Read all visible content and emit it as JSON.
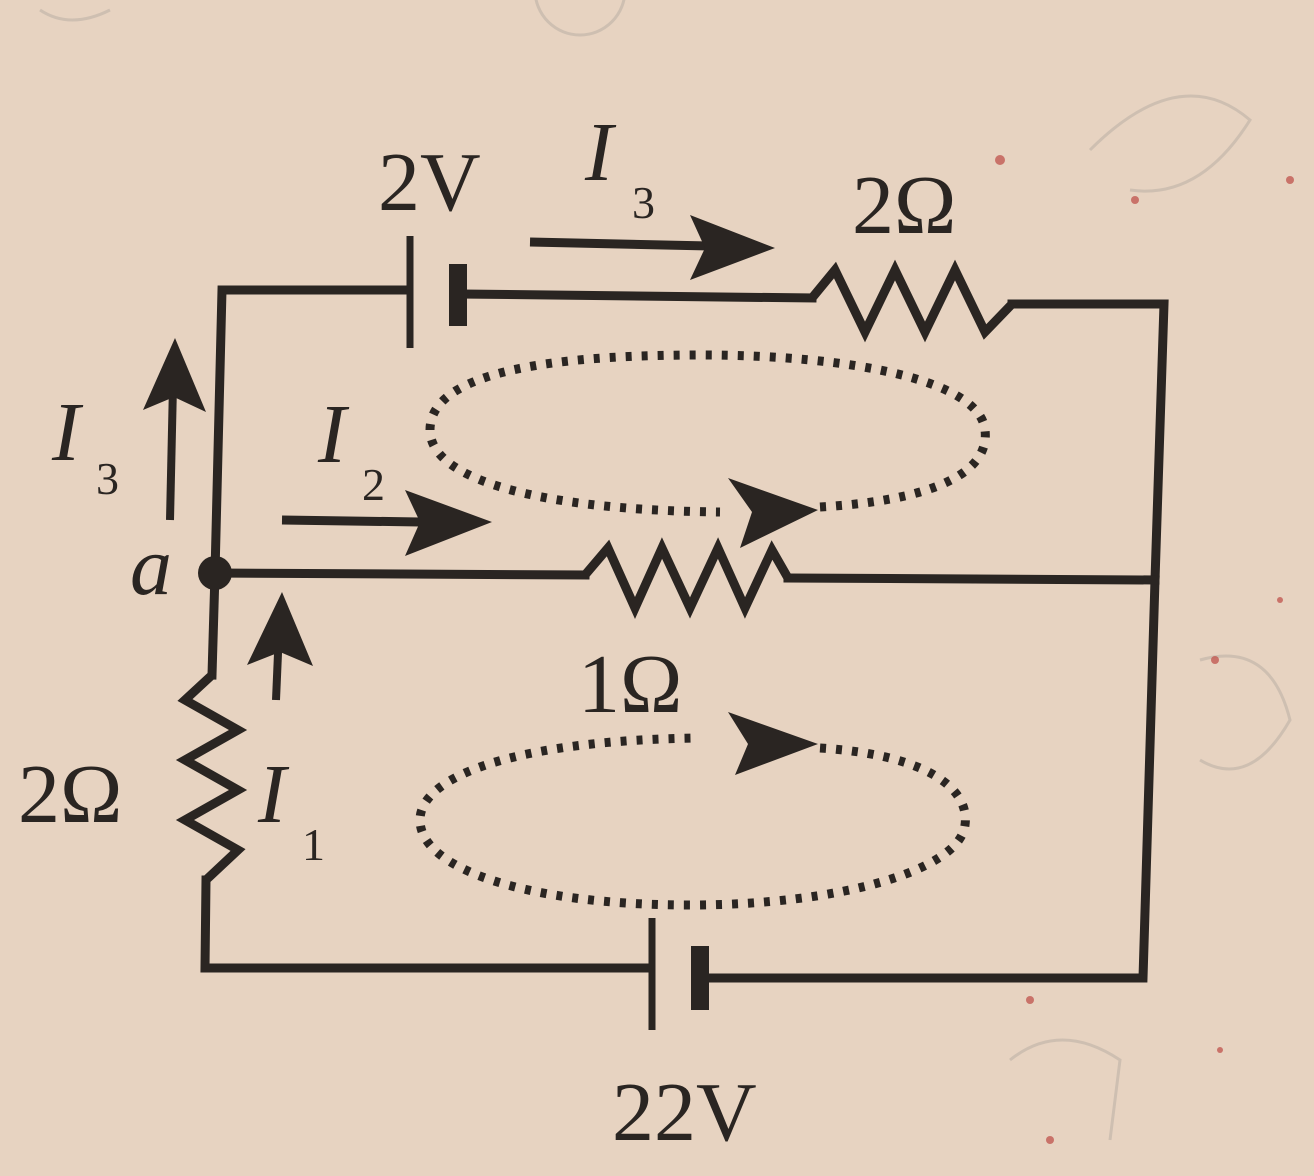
{
  "colors": {
    "paper": "#e7d3c1",
    "ink": "#2a2522",
    "pencil": "#b0a79d",
    "red_marks": "#c25a52"
  },
  "labels": {
    "top_battery_voltage": "2V",
    "top_resistor": "2Ω",
    "middle_resistor": "1Ω",
    "left_resistor": "2Ω",
    "bottom_battery_voltage": "22V",
    "node": "a",
    "current_I3_top": {
      "letter": "I",
      "sub": "3"
    },
    "current_I3_left": {
      "letter": "I",
      "sub": "3"
    },
    "current_I2": {
      "letter": "I",
      "sub": "2"
    },
    "current_I1": {
      "letter": "I",
      "sub": "1"
    }
  }
}
